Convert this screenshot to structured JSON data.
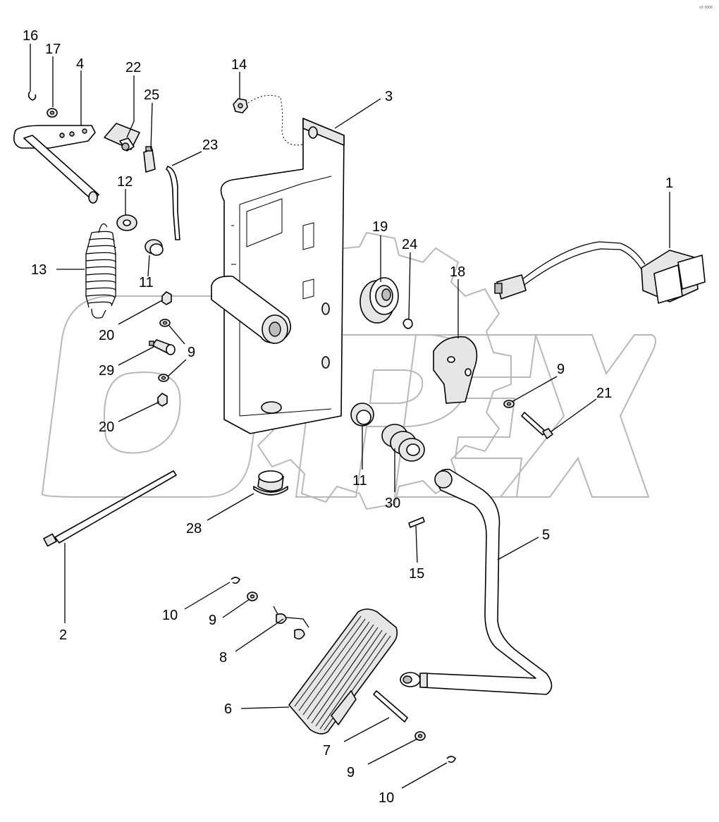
{
  "corner_mark": "c© 0000",
  "watermark": "OPEX",
  "callouts": [
    {
      "id": "c16",
      "text": "16"
    },
    {
      "id": "c17",
      "text": "17"
    },
    {
      "id": "c4",
      "text": "4"
    },
    {
      "id": "c22",
      "text": "22"
    },
    {
      "id": "c25",
      "text": "25"
    },
    {
      "id": "c14",
      "text": "14"
    },
    {
      "id": "c3",
      "text": "3"
    },
    {
      "id": "c23",
      "text": "23"
    },
    {
      "id": "c12",
      "text": "12"
    },
    {
      "id": "c13",
      "text": "13"
    },
    {
      "id": "c11a",
      "text": "11"
    },
    {
      "id": "c20a",
      "text": "20"
    },
    {
      "id": "c9a",
      "text": "9"
    },
    {
      "id": "c29",
      "text": "29"
    },
    {
      "id": "c9b",
      "text": "9"
    },
    {
      "id": "c20b",
      "text": "20"
    },
    {
      "id": "c19",
      "text": "19"
    },
    {
      "id": "c24",
      "text": "24"
    },
    {
      "id": "c18",
      "text": "18"
    },
    {
      "id": "c1",
      "text": "1"
    },
    {
      "id": "c9c",
      "text": "9"
    },
    {
      "id": "c21",
      "text": "21"
    },
    {
      "id": "c11b",
      "text": "11"
    },
    {
      "id": "c30",
      "text": "30"
    },
    {
      "id": "c28",
      "text": "28"
    },
    {
      "id": "c15",
      "text": "15"
    },
    {
      "id": "c5",
      "text": "5"
    },
    {
      "id": "c2",
      "text": "2"
    },
    {
      "id": "c10a",
      "text": "10"
    },
    {
      "id": "c9d",
      "text": "9"
    },
    {
      "id": "c8",
      "text": "8"
    },
    {
      "id": "c6",
      "text": "6"
    },
    {
      "id": "c7",
      "text": "7"
    },
    {
      "id": "c9e",
      "text": "9"
    },
    {
      "id": "c10b",
      "text": "10"
    }
  ]
}
